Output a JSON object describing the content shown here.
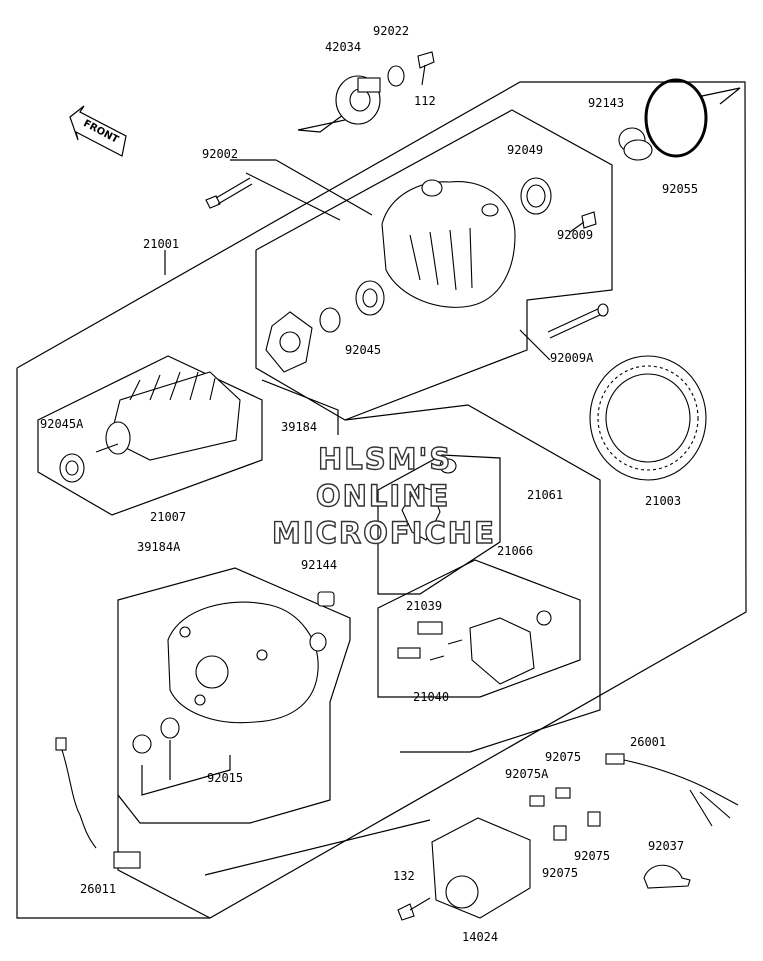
{
  "diagram": {
    "front_label": "FRONT",
    "watermark": [
      "HLSM'S",
      "ONLINE",
      "MICROFICHE"
    ],
    "parts": {
      "p42034": "42034",
      "p92022": "92022",
      "p112": "112",
      "p92143": "92143",
      "p92055": "92055",
      "p92002": "92002",
      "p92049": "92049",
      "p21001": "21001",
      "p92009": "92009",
      "p92045": "92045",
      "p92009A": "92009A",
      "p92045A": "92045A",
      "p39184": "39184",
      "p21003": "21003",
      "p21061": "21061",
      "p21007": "21007",
      "p39184A": "39184A",
      "p21066": "21066",
      "p92144": "92144",
      "p21039": "21039",
      "p21040": "21040",
      "p92015": "92015",
      "p92075a": "92075",
      "p26001": "26001",
      "p92075A": "92075A",
      "p92075b": "92075",
      "p92037": "92037",
      "p92075c": "92075",
      "p26011": "26011",
      "p132": "132",
      "p14024": "14024"
    }
  }
}
